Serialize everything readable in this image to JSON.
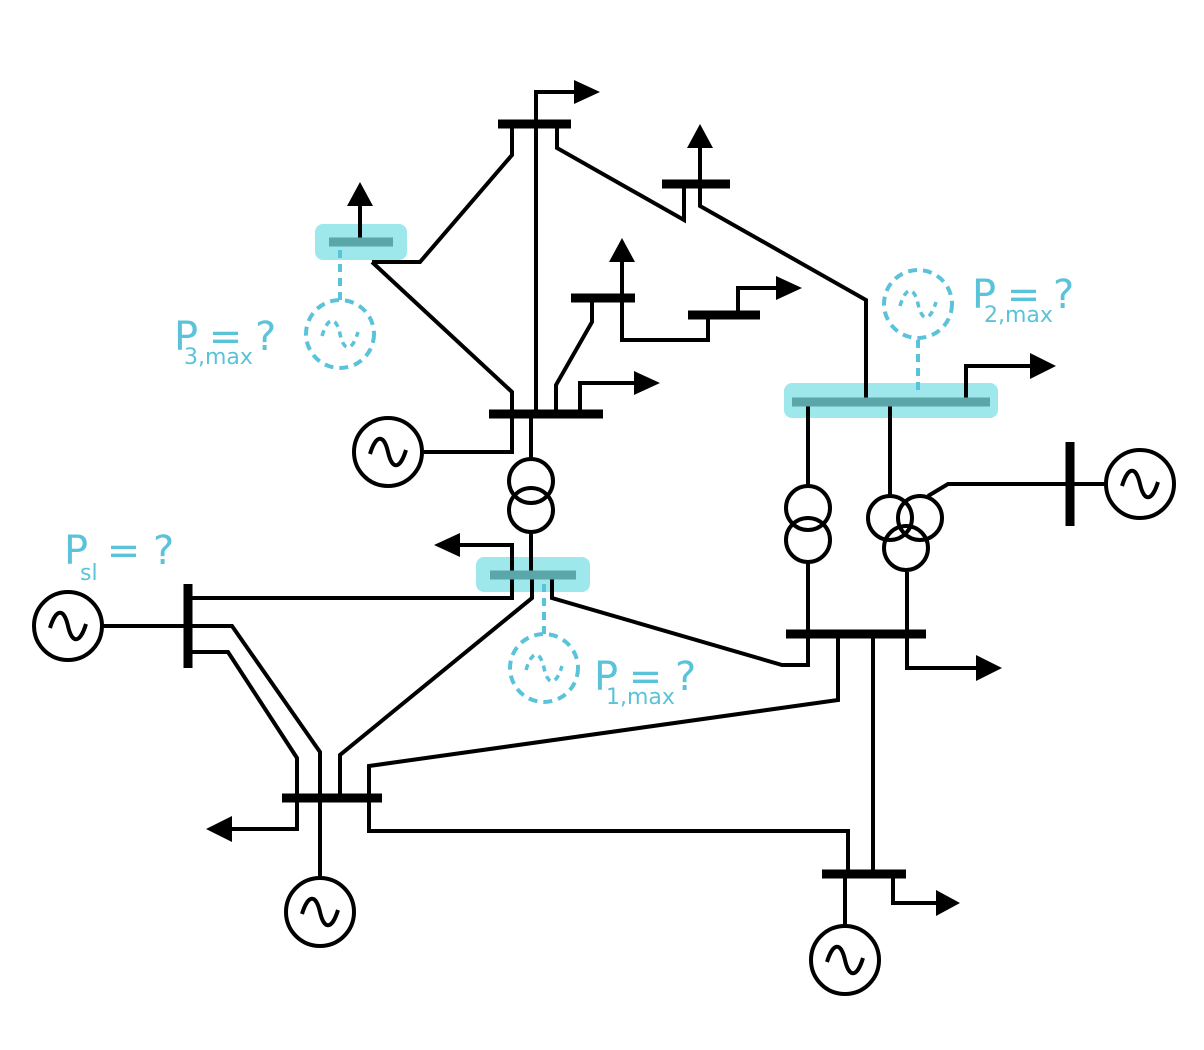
{
  "diagram": {
    "labels": {
      "p_slack": {
        "main": "P",
        "sub": "sl",
        "rest": " = ?"
      },
      "p1_max": {
        "main": "P",
        "sub": "1,max",
        "rest": " = ?"
      },
      "p2_max": {
        "main": "P",
        "sub": "2,max",
        "rest": " = ?"
      },
      "p3_max": {
        "main": "P",
        "sub": "3,max",
        "rest": " = ?"
      }
    },
    "colors": {
      "line": "#000000",
      "highlight": "#9ee8ec",
      "highlight_bus": "#5aa6a8",
      "candidate": "#5bc3d9"
    }
  }
}
